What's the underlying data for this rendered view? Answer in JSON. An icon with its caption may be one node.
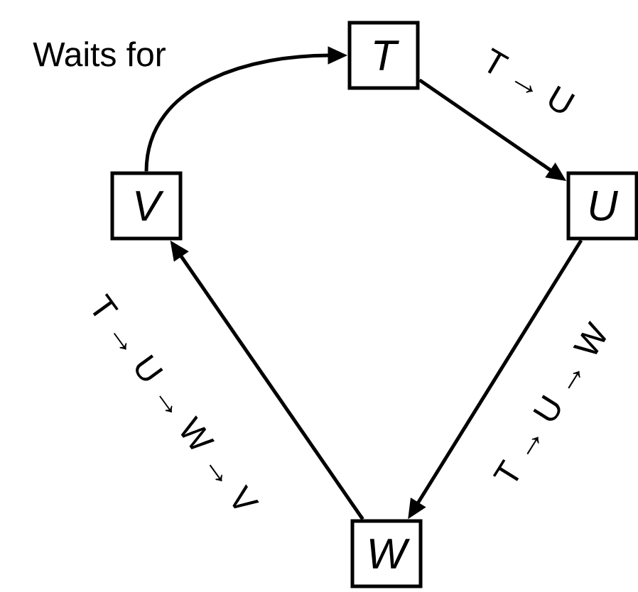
{
  "diagram": {
    "nodes": [
      {
        "text": [
          "T"
        ]
      },
      {
        "text": [
          "U"
        ]
      },
      {
        "text": [
          "V"
        ]
      },
      {
        "text": [
          "W"
        ]
      }
    ],
    "edges": [
      {
        "from": 2,
        "to": 0,
        "arrow": "to",
        "label": "Waits for"
      },
      {
        "from": 0,
        "to": 1,
        "arrow": "to",
        "label": "T → U"
      },
      {
        "from": 1,
        "to": 3,
        "arrow": "to",
        "label": "T → U → W"
      },
      {
        "from": 3,
        "to": 2,
        "arrow": "to",
        "label": "T → U → W → V"
      }
    ]
  }
}
